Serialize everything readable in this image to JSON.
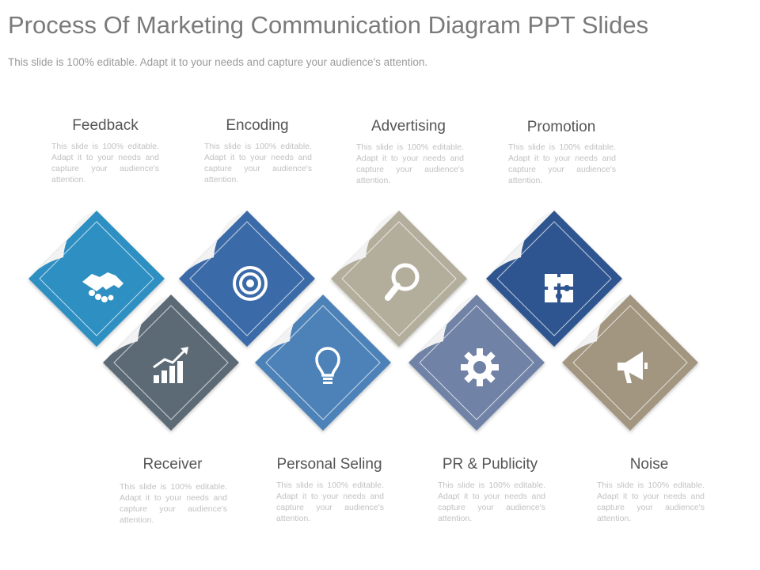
{
  "title": "Process Of Marketing Communication Diagram PPT Slides",
  "subtitle": "This slide is 100% editable. Adapt it to your needs and capture your audience's attention.",
  "items": [
    {
      "label": "Feedback",
      "desc": "This slide is 100% editable. Adapt it to your needs and capture your audience's attention.",
      "color": "#2f8fc2",
      "icon": "handshake-icon"
    },
    {
      "label": "Encoding",
      "desc": "This slide is 100% editable. Adapt it to your needs and capture your audience's attention.",
      "color": "#3a6aa8",
      "icon": "target-icon"
    },
    {
      "label": "Advertising",
      "desc": "This slide is 100% editable. Adapt it to your needs and capture your audience's attention.",
      "color": "#b3ae9c",
      "icon": "magnifier-icon"
    },
    {
      "label": "Promotion",
      "desc": "This slide is 100% editable. Adapt it to your needs and capture your audience's attention.",
      "color": "#2f5590",
      "icon": "puzzle-icon"
    },
    {
      "label": "Receiver",
      "desc": "This slide is 100% editable. Adapt it to your needs and capture your audience's attention.",
      "color": "#5c6a76",
      "icon": "growth-chart-icon"
    },
    {
      "label": "Personal Seling",
      "desc": "This slide is 100% editable. Adapt it to your needs and capture your audience's attention.",
      "color": "#4e82b8",
      "icon": "lightbulb-icon"
    },
    {
      "label": "PR & Publicity",
      "desc": "This slide is 100% editable. Adapt it to your needs and capture your audience's attention.",
      "color": "#6f82a6",
      "icon": "gear-icon"
    },
    {
      "label": "Noise",
      "desc": "This slide is 100% editable. Adapt it to your needs and capture your audience's attention.",
      "color": "#a29680",
      "icon": "megaphone-icon"
    }
  ]
}
